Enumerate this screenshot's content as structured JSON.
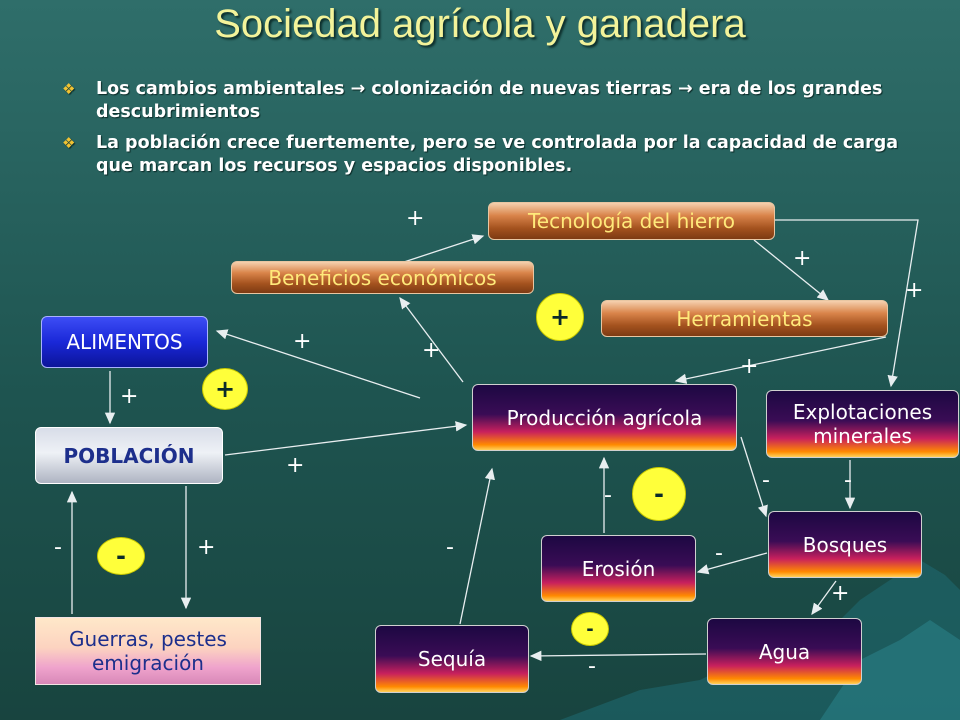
{
  "title": "Sociedad agrícola y ganadera",
  "bullets": [
    "Los cambios ambientales → colonización de nuevas tierras → era de los grandes descubrimientos",
    "La población crece fuertemente, pero se ve controlada por la capacidad de carga que marcan los recursos y espacios disponibles."
  ],
  "bullet_icon": "diamond-bullet-icon",
  "nodes": {
    "tecnologia": "Tecnología del hierro",
    "beneficios": "Beneficios económicos",
    "herramientas": "Herramientas",
    "alimentos": "ALIMENTOS",
    "poblacion": "POBLACIÓN",
    "produccion": "Producción agrícola",
    "explotaciones": "Explotaciones minerales",
    "guerras": "Guerras, pestes emigración",
    "erosion": "Erosión",
    "bosques": "Bosques",
    "agua": "Agua",
    "sequia": "Sequía"
  },
  "signs": {
    "s1": "+",
    "s2": "+",
    "s3": "+",
    "s4": "+",
    "s5": "+",
    "s6": "+",
    "s7": "+",
    "s8": "+",
    "s9": "-",
    "s10": "+",
    "s11": "-",
    "s12": "-",
    "s13": "-",
    "s14": "-",
    "s15": "-",
    "s16": "+",
    "s17": "-"
  },
  "loops": {
    "l1": "+",
    "l2": "+",
    "l3": "-",
    "l4": "-",
    "l5": "-"
  },
  "colors": {
    "background": "#1e5450",
    "title": "#f3f39a",
    "loop_circle": "#ffff3a"
  }
}
